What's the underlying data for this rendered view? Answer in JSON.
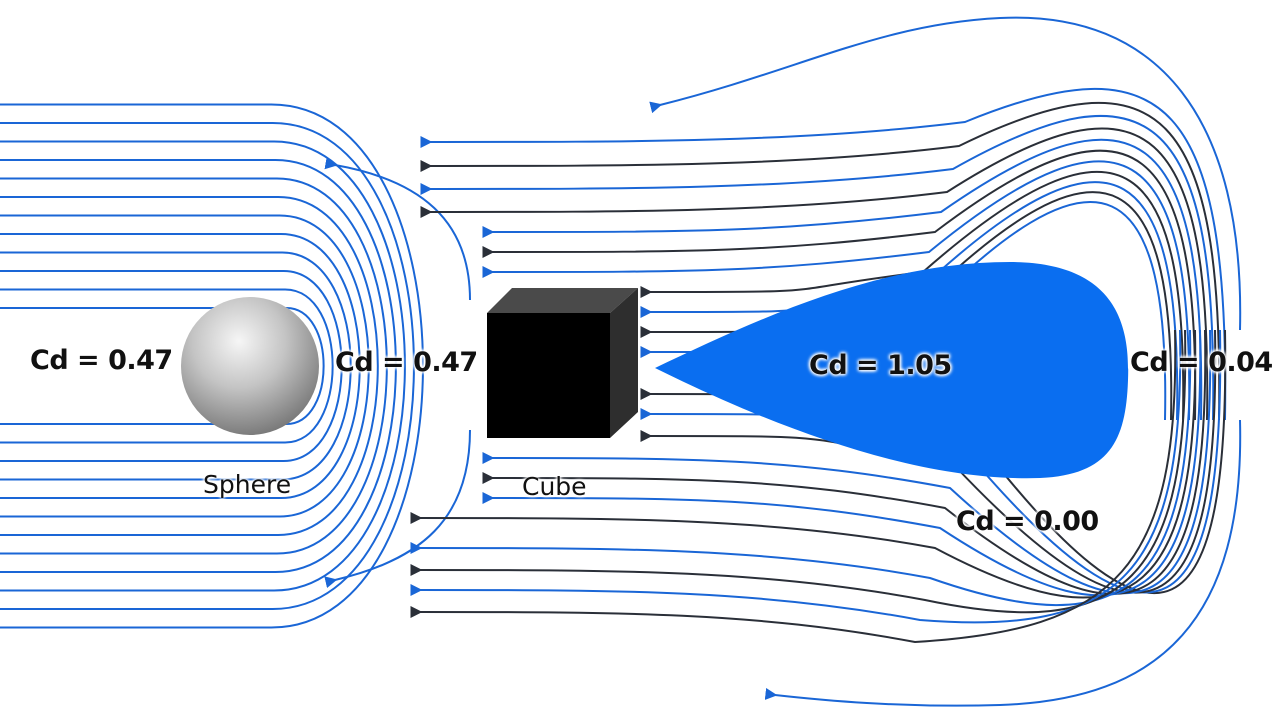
{
  "colors": {
    "streamline_blue": "#1a66d6",
    "streamline_dark": "#2a2f38",
    "wake_fill": "#0a6ef0",
    "cube_face": "#000000",
    "cube_top": "#4a4a4a",
    "cube_side": "#303030",
    "sphere_highlight": "#f4f4f4",
    "sphere_shadow": "#7a7a7a",
    "background": "#ffffff"
  },
  "objects": {
    "sphere": {
      "name": "Sphere",
      "shape": "sphere"
    },
    "cube": {
      "name": "Cube",
      "shape": "cube"
    },
    "wake": {
      "shape": "teardrop"
    }
  },
  "labels": {
    "cd_left": "Cd = 0.47",
    "cd_sphere_right": "Cd = 0.47",
    "cd_wake": "Cd = 1.05",
    "cd_right": "Cd = 0.04",
    "cd_bottom": "Cd = 0.00"
  },
  "flow": {
    "direction": "right-to-left"
  }
}
